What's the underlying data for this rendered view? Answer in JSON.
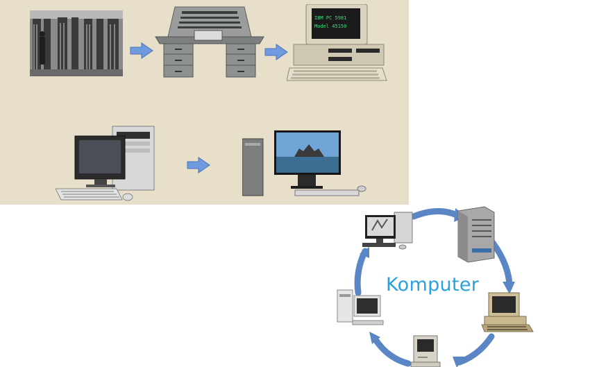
{
  "colors": {
    "panel_bg": "#e8dfcb",
    "arrow_fill": "#6f9ae0",
    "cycle_arrow": "#5b86c5",
    "label_blue": "#2aa0de",
    "crt_text": "#39e07a"
  },
  "evolution": {
    "ibm_screen_line1": "IBM PC 5981",
    "ibm_screen_line2": "Model 45150"
  },
  "cycle": {
    "center_label": "Komputer"
  }
}
